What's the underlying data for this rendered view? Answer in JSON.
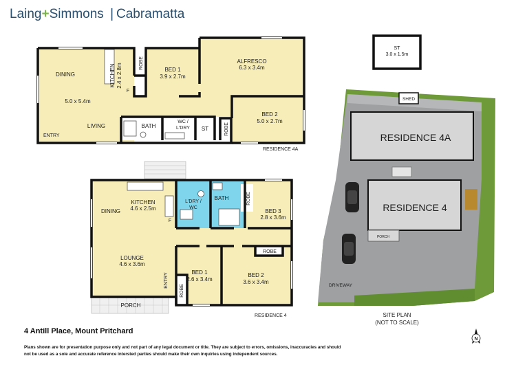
{
  "brand": {
    "part1": "Laing",
    "plus": "+",
    "part2": "Simmons",
    "separator": "|",
    "office": "Cabramatta"
  },
  "residence_4a": {
    "label": "RESIDENCE 4A",
    "rooms": {
      "dining": "DINING",
      "dining_size": "5.0 x 5.4m",
      "living": "LIVING",
      "kitchen": "KITCHEN",
      "kitchen_size": "2.4 x 2.8m",
      "fridge": "F",
      "robe": "ROBE",
      "bed1": "BED 1",
      "bed1_size": "3.9 x 2.7m",
      "alfresco": "ALFRESCO",
      "alfresco_size": "6.3 x 3.4m",
      "bed2": "BED 2",
      "bed2_size": "5.0 x 2.7m",
      "bath": "BATH",
      "wc_line1": "WC /",
      "wc_line2": "L'DRY",
      "st": "ST",
      "robe2": "ROBE",
      "entry": "ENTRY"
    }
  },
  "shed_box": {
    "label": "ST",
    "size": "3.0 x 1.5m"
  },
  "residence_4": {
    "label": "RESIDENCE 4",
    "rooms": {
      "kitchen": "KITCHEN",
      "kitchen_size": "4.6 x 2.5m",
      "fridge": "F",
      "dining": "DINING",
      "ldry_line1": "L'DRY /",
      "ldry_line2": "WC",
      "bath": "BATH",
      "robe": "ROBE",
      "bed3": "BED 3",
      "bed3_size": "2.8 x 3.6m",
      "lounge": "LOUNGE",
      "lounge_size": "4.6 x 3.6m",
      "robe2": "ROBE",
      "bed1": "BED 1",
      "bed1_size": "2.6 x 3.4m",
      "robe3": "ROBE",
      "bed2": "BED 2",
      "bed2_size": "3.6 x 3.4m",
      "entry": "ENTRY",
      "porch": "PORCH"
    }
  },
  "site_plan": {
    "shed": "SHED",
    "res4a": "RESIDENCE 4A",
    "res4": "RESIDENCE 4",
    "porch": "PORCH",
    "driveway": "DRIVEWAY",
    "title": "SITE PLAN",
    "subtitle": "(NOT TO SCALE)",
    "north": "N"
  },
  "address": "4 Antill Place, Mount Pritchard",
  "disclaimer_line1": "Plans shown are for presentation purpose only and not part of any legal document or title. They are subject to errors, omissions, inaccuracies and should",
  "disclaimer_line2": "not be used as a sole and accurate reference intersted parties should make their own inquiries using independent sources.",
  "colors": {
    "room": "#f7edb8",
    "wet": "#7fd6ec",
    "wall": "#111111",
    "porch": "#e8e8e8",
    "brand": "#2b4f6e",
    "accent": "#7ab648"
  }
}
